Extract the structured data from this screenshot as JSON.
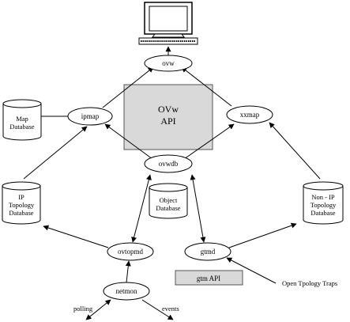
{
  "nodes": {
    "ovw": "ovw",
    "ipmap": "ipmap",
    "xxmap": "xxmap",
    "ovwdb": "ovwdb",
    "ovtopmd": "ovtopmd",
    "gtmd": "gtmd",
    "netmon": "netmon"
  },
  "api_box": {
    "line1": "OVw",
    "line2": "API"
  },
  "gtm_api": "gtm API",
  "databases": {
    "map": [
      "Map",
      "Database"
    ],
    "ip_topology": [
      "IP",
      "Topology",
      "Database"
    ],
    "object": [
      "Object",
      "Database"
    ],
    "non_ip_topology": [
      "Non - IP",
      "Topology",
      "Database"
    ]
  },
  "external_labels": {
    "polling": "polling",
    "events": "events",
    "open_topology_traps": "Open Tpology Traps"
  }
}
